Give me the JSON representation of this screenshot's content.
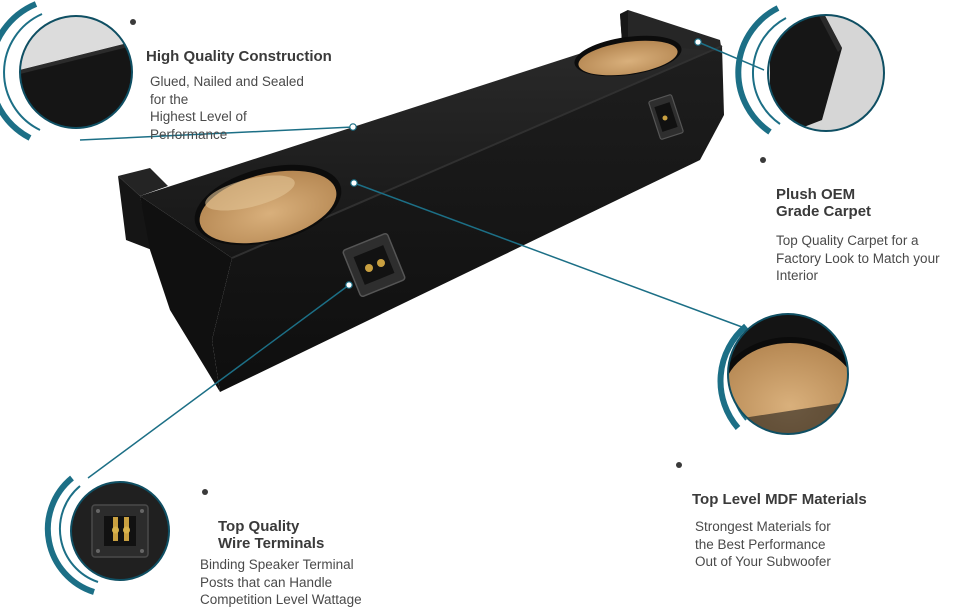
{
  "features": [
    {
      "title": "High Quality Construction",
      "description": "Glued, Nailed and Sealed\nfor the\nHighest Level of\nPerformance",
      "icon": "glued-edge-detail"
    },
    {
      "title": "Plush OEM\nGrade Carpet",
      "description": "Top Quality Carpet for a\nFactory Look to Match your\nInterior",
      "icon": "carpet-edge-detail"
    },
    {
      "title": "Top Level MDF Materials",
      "description": "Strongest Materials for\nthe Best Performance\nOut of  Your Subwoofer",
      "icon": "mdf-cutout-detail"
    },
    {
      "title": "Top Quality\nWire Terminals",
      "description": "Binding Speaker Terminal\nPosts that can Handle\nCompetition Level Wattage",
      "icon": "terminal-cup-detail"
    }
  ],
  "colors": {
    "accent": "#1c6f86",
    "accent_dark": "#0f4f63",
    "carpet": "#1b1b1b",
    "mdf": "#c9a06a",
    "text": "#3a3a3a"
  }
}
